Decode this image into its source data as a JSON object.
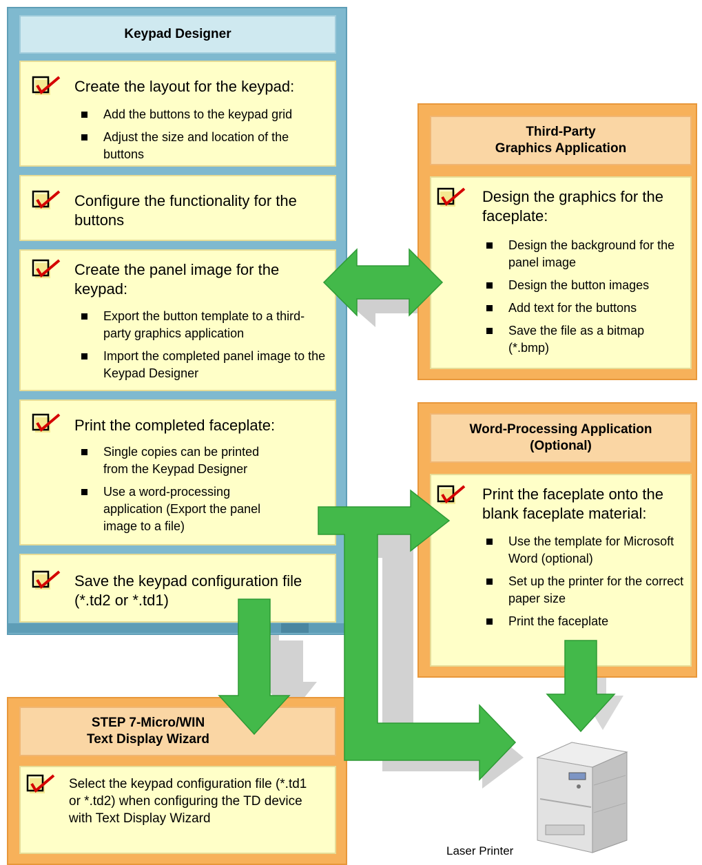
{
  "keypad_designer": {
    "title": "Keypad Designer",
    "steps": [
      {
        "title": "Create the layout for the keypad:",
        "bullets": [
          "Add the buttons to the keypad grid",
          "Adjust the size and location of the buttons"
        ]
      },
      {
        "title": "Configure the functionality for the buttons",
        "bullets": []
      },
      {
        "title": "Create the panel image for the keypad:",
        "bullets": [
          "Export the button template to a third-party graphics application",
          "Import the completed panel image to the Keypad Designer"
        ]
      },
      {
        "title": "Print the completed faceplate:",
        "bullets": [
          "Single copies can be printed from the Keypad Designer",
          "Use a word-processing application (Export the panel image to a file)"
        ]
      },
      {
        "title": "Save the keypad configuration file (*.td2 or *.td1)",
        "bullets": []
      }
    ]
  },
  "graphics_app": {
    "title": "Third-Party\nGraphics Application",
    "step": {
      "title": "Design the graphics for the faceplate:",
      "bullets": [
        "Design the background for the panel image",
        "Design the button images",
        "Add text for the buttons",
        "Save the file as a bitmap (*.bmp)"
      ]
    }
  },
  "word_app": {
    "title": "Word-Processing Application\n(Optional)",
    "step": {
      "title": "Print the faceplate onto the blank faceplate material:",
      "bullets": [
        "Use the template for Microsoft Word (optional)",
        "Set up the printer for the correct paper size",
        "Print the faceplate"
      ]
    }
  },
  "step7": {
    "title": "STEP 7-Micro/WIN\nText Display Wizard",
    "step": {
      "title": "Select the keypad configuration file (*.td1 or *.td2) when configuring the TD device with Text Display Wizard"
    }
  },
  "printer": {
    "caption": "Laser Printer"
  },
  "colors": {
    "arrow_green": "#43b94a",
    "arrow_shadow": "#c8c8c8",
    "blue": "#7fb9cf",
    "orange": "#f7b15a",
    "panel": "#ffffc8"
  },
  "icons": [
    "checkmark-box-icon",
    "double-arrow-icon",
    "down-arrow-icon",
    "l-arrow-icon",
    "laser-printer-icon"
  ]
}
